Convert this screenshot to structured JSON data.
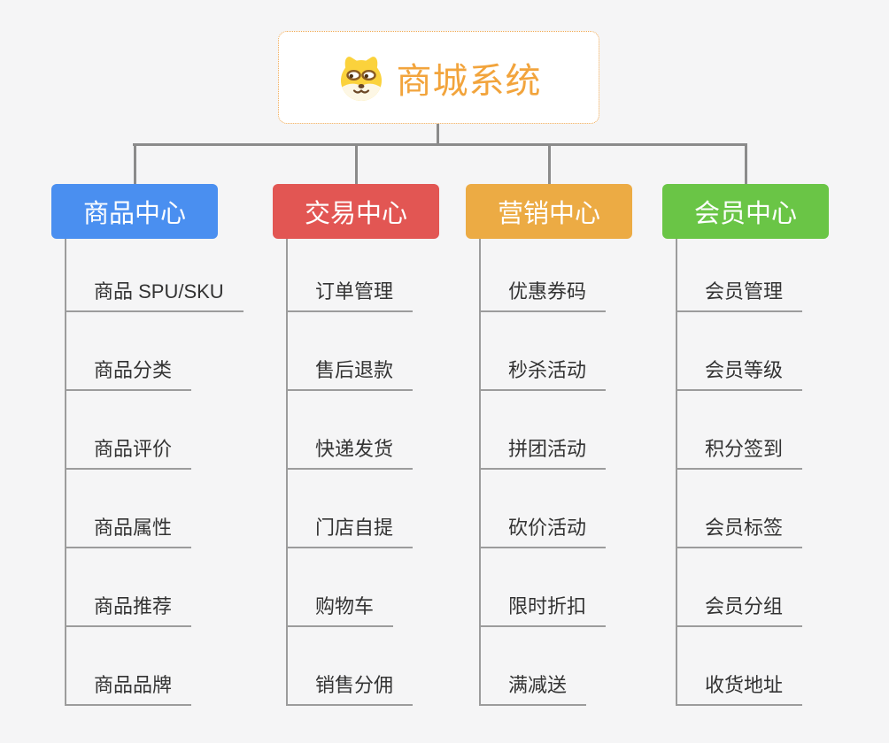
{
  "root": {
    "title": "商城系统",
    "icon": "dog-mascot-icon",
    "border_color": "#f0a850",
    "title_color": "#f2a43c"
  },
  "connector_color": "#8b8b8b",
  "underline_color": "#9c9c9c",
  "background_color": "#f5f5f6",
  "branches": [
    {
      "label": "商品中心",
      "color": "#4a8ff0",
      "children": [
        "商品 SPU/SKU",
        "商品分类",
        "商品评价",
        "商品属性",
        "商品推荐",
        "商品品牌"
      ]
    },
    {
      "label": "交易中心",
      "color": "#e25653",
      "children": [
        "订单管理",
        "售后退款",
        "快递发货",
        "门店自提",
        "购物车",
        "销售分佣"
      ]
    },
    {
      "label": "营销中心",
      "color": "#ecab44",
      "children": [
        "优惠券码",
        "秒杀活动",
        "拼团活动",
        "砍价活动",
        "限时折扣",
        "满减送"
      ]
    },
    {
      "label": "会员中心",
      "color": "#6ac546",
      "children": [
        "会员管理",
        "会员等级",
        "积分签到",
        "会员标签",
        "会员分组",
        "收货地址"
      ]
    }
  ]
}
